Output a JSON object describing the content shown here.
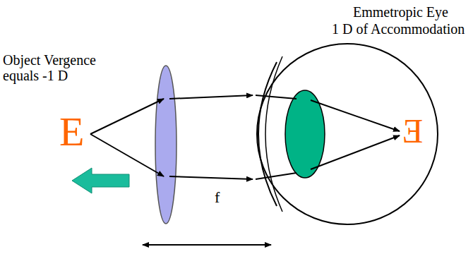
{
  "diagram": {
    "labels": [
      "Object Vergence",
      "equals -1 D",
      "Emmetropic Eye",
      "1 D of Accommodation",
      "E",
      "E",
      "f"
    ]
  }
}
